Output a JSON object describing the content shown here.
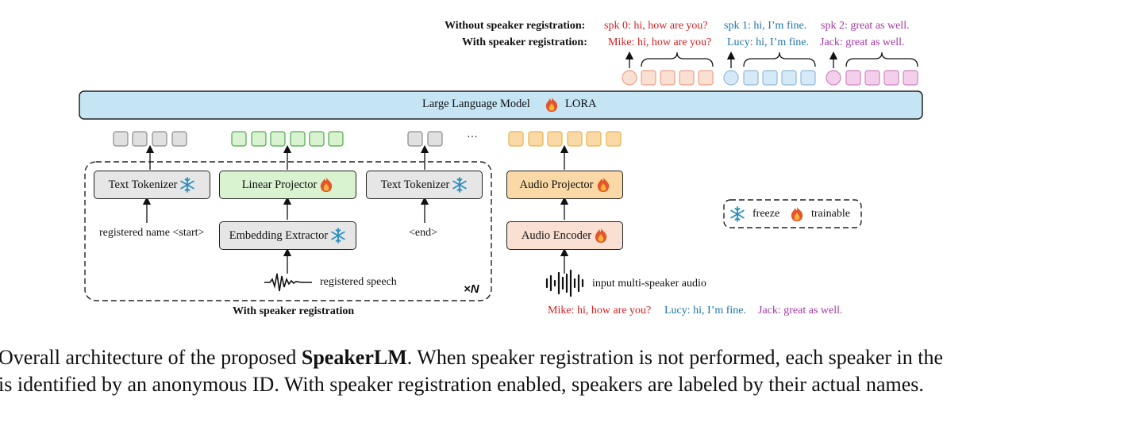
{
  "legend_top": {
    "without_label": "Without speaker registration:",
    "with_label": "With speaker registration:",
    "without": [
      "spk 0: hi, how are you?",
      "spk 1: hi, I’m fine.",
      "spk 2: great as well."
    ],
    "with": [
      "Mike: hi, how are you?",
      "Lucy: hi, I’m fine.",
      "Jack: great as well."
    ]
  },
  "llm": {
    "label": "Large Language Model",
    "lora": "LORA"
  },
  "blocks": {
    "text_tokenizer_1": "Text Tokenizer",
    "linear_projector": "Linear Projector",
    "text_tokenizer_2": "Text Tokenizer",
    "embedding_extractor": "Embedding Extractor",
    "audio_projector": "Audio Projector",
    "audio_encoder": "Audio Encoder"
  },
  "inputs": {
    "registered_name": "registered name <start>",
    "end_token": "<end>",
    "registered_speech": "registered speech",
    "input_audio": "input multi-speaker audio",
    "times_n": "×N",
    "ellipsis": "···",
    "group_label": "With speaker registration"
  },
  "transcript": [
    "Mike: hi, how are you?",
    "Lucy: hi, I’m fine.",
    "Jack: great as well."
  ],
  "key": {
    "freeze": "freeze",
    "trainable": "trainable"
  },
  "caption": {
    "line1_pre": "Overall architecture of the proposed ",
    "line1_bold": "SpeakerLM",
    "line1_post": ". When speaker registration is not performed, each speaker in the",
    "line2": "is identified by an anonymous ID. With speaker registration enabled, speakers are labeled by their actual names."
  },
  "colors": {
    "red": "#d62020",
    "blue": "#1f75a8",
    "purple": "#a33aa3",
    "gray_token": "#e0e0e0",
    "green_token": "#d9f2d0",
    "orange_token": "#fbd9a6",
    "llm": "#c5e5f5"
  }
}
